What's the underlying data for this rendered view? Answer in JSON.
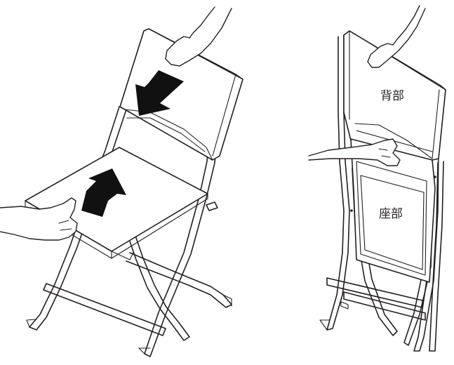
{
  "labels": {
    "back": "背部",
    "seat": "座部"
  },
  "colors": {
    "line": "#231f20",
    "arrow": "#111111",
    "background": "#ffffff"
  },
  "icons": [
    "fold-arrow-down",
    "fold-arrow-up",
    "hand"
  ]
}
